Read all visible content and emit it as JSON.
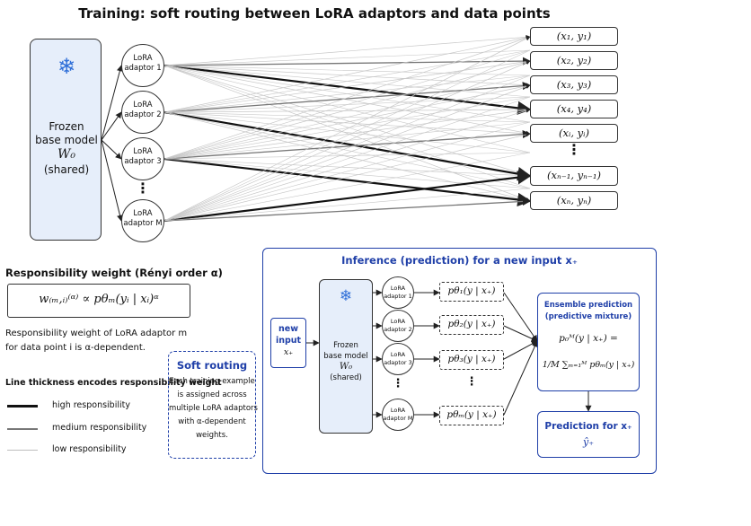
{
  "title": "Training: soft routing between LoRA adaptors and data points",
  "training": {
    "frozen": {
      "line1": "Frozen",
      "line2": "base model",
      "w0": "W₀",
      "shared": "(shared)"
    },
    "adaptors": [
      {
        "l1": "LoRA",
        "l2": "adaptor 1"
      },
      {
        "l1": "LoRA",
        "l2": "adaptor 2"
      },
      {
        "l1": "LoRA",
        "l2": "adaptor 3"
      },
      {
        "l1": "LoRA",
        "l2": "adaptor M"
      }
    ],
    "datapoints": [
      "(x₁, y₁)",
      "(x₂, y₂)",
      "(x₃, y₃)",
      "(x₄, y₄)",
      "(xᵢ, yᵢ)",
      "(xₙ₋₁, yₙ₋₁)",
      "(xₙ, yₙ)"
    ],
    "vdots": "⋮"
  },
  "responsibility": {
    "heading": "Responsibility weight (Rényi order α)",
    "formula": "w₍ₘ,ᵢ₎⁽ᵅ⁾ ∝ pθₘ(yᵢ | xᵢ)ᵅ",
    "desc1": "Responsibility weight of LoRA adaptor m",
    "desc2": "for data point i is α-dependent."
  },
  "legend": {
    "heading": "Line thickness encodes responsibility weight",
    "high": "high responsibility",
    "medium": "medium responsibility",
    "low": "low responsibility"
  },
  "soft_routing": {
    "title": "Soft routing",
    "lines": [
      "Each training example",
      "is assigned across",
      "multiple LoRA adaptors",
      "with α-dependent",
      "weights."
    ]
  },
  "inference": {
    "title": "Inference (prediction) for a new input x₊",
    "new_input": {
      "l1": "new",
      "l2": "input",
      "l3": "x₊"
    },
    "frozen": {
      "l1": "Frozen",
      "l2": "base model",
      "w0": "W₀",
      "shared": "(shared)"
    },
    "adaptors": [
      {
        "l1": "LoRA",
        "l2": "adaptor 1"
      },
      {
        "l1": "LoRA",
        "l2": "adaptor 2"
      },
      {
        "l1": "LoRA",
        "l2": "adaptor 3"
      },
      {
        "l1": "LoRA",
        "l2": "adaptor M"
      }
    ],
    "preds": [
      "pθ₁(y | x₊)",
      "pθ₂(y | x₊)",
      "pθ₃(y | x₊)",
      "pθₘ(y | x₊)"
    ],
    "ensemble": {
      "title": "Ensemble prediction",
      "subtitle": "(predictive mixture)",
      "eq1": "p₀ᴹ(y | x₊) =",
      "eq2": "1/M ∑ₘ₌₁ᴹ pθₘ(y | x₊)"
    },
    "prediction": {
      "title": "Prediction for x₊",
      "yhat": "ŷ₊"
    }
  },
  "colors": {
    "accent": "#1f3fa8",
    "frozen_fill": "#e6eefa",
    "line_dark": "#111111",
    "line_medium": "#777777",
    "line_light": "#c8c8c8"
  }
}
